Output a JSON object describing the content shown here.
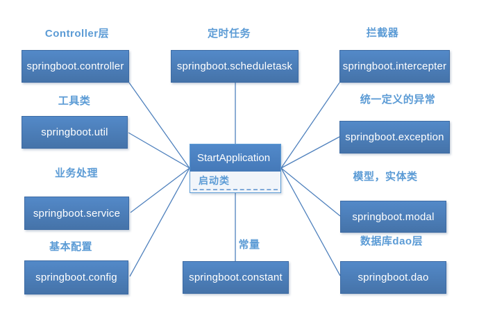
{
  "diagram": {
    "center": {
      "title": "StartApplication",
      "subtitle": "启动类"
    },
    "nodes": [
      {
        "id": "controller",
        "label": "Controller层",
        "package": "springboot.controller"
      },
      {
        "id": "scheduletask",
        "label": "定时任务",
        "package": "springboot.scheduletask"
      },
      {
        "id": "intercepter",
        "label": "拦截器",
        "package": "springboot.intercepter"
      },
      {
        "id": "util",
        "label": "工具类",
        "package": "springboot.util"
      },
      {
        "id": "exception",
        "label": "统一定义的异常",
        "package": "springboot.exception"
      },
      {
        "id": "service",
        "label": "业务处理",
        "package": "springboot.service"
      },
      {
        "id": "modal",
        "label": "模型，实体类",
        "package": "springboot.modal"
      },
      {
        "id": "config",
        "label": "基本配置",
        "package": "springboot.config"
      },
      {
        "id": "constant",
        "label": "常量",
        "package": "springboot.constant"
      },
      {
        "id": "dao",
        "label": "数据库dao层",
        "package": "springboot.dao"
      }
    ],
    "colors": {
      "box_fill": "#4c7cbb",
      "box_text": "#ffffff",
      "label_text": "#5b9bd5",
      "connector": "#4f81bd",
      "center_header_fill": "#4b84c8",
      "center_body_fill": "#f1f5fa"
    }
  }
}
